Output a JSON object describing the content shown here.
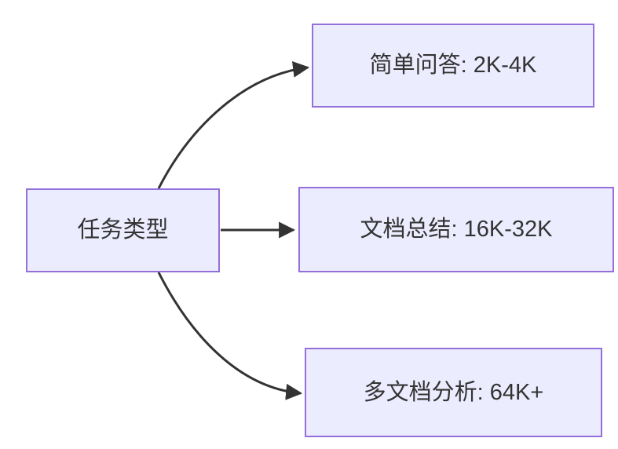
{
  "diagram": {
    "type": "flowchart-left-to-right",
    "colors": {
      "node_fill": "#ECECFF",
      "node_border": "#9370DB",
      "edge_stroke": "#333333",
      "text": "#333333",
      "background": "#FFFFFF"
    },
    "root": {
      "id": "task-type",
      "label": "任务类型"
    },
    "nodes": [
      {
        "id": "simple-qa",
        "label": "简单问答: 2K-4K"
      },
      {
        "id": "doc-summary",
        "label": "文档总结: 16K-32K"
      },
      {
        "id": "multi-doc",
        "label": "多文档分析: 64K+"
      }
    ],
    "edges": [
      {
        "from": "task-type",
        "to": "simple-qa"
      },
      {
        "from": "task-type",
        "to": "doc-summary"
      },
      {
        "from": "task-type",
        "to": "multi-doc"
      }
    ]
  }
}
